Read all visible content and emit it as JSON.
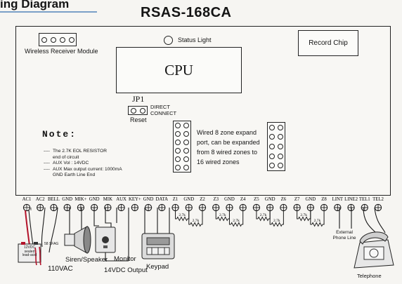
{
  "header": {
    "section_title": "ing Diagram",
    "model": "RSAS-168CA"
  },
  "board": {
    "wireless_module_label": "Wireless Receiver Module",
    "status_light_label": "Status Light",
    "record_chip_label": "Record Chip",
    "cpu_label": "CPU",
    "jp1_label": "JP1",
    "direct_connect_line1": "DIRECT",
    "direct_connect_line2": "CONNECT",
    "reset_label": "Reset",
    "expand_text": [
      "Wired 8 zone expand",
      "port, can be expanded",
      "from 8 wired zones to",
      "16 wired zones"
    ],
    "note_title": "Note:",
    "notes": [
      {
        "prefix": "----",
        "lines": [
          "The 2.7K EOL RESISTOR",
          "end of circuit"
        ]
      },
      {
        "prefix": "----",
        "lines": [
          "AUX Vol : 14VDC"
        ]
      },
      {
        "prefix": "----",
        "lines": [
          "AUX Max output current: 1000mA",
          "GND Earth Line End"
        ]
      }
    ]
  },
  "terminals": [
    "AC1",
    "AC2",
    "BELL",
    "GND",
    "MIK+",
    "GND",
    "MIK",
    "AUX",
    "KEY+",
    "GND",
    "DATA",
    "Z1",
    "GND",
    "Z2",
    "Z3",
    "GND",
    "Z4",
    "Z5",
    "GND",
    "Z6",
    "Z7",
    "GND",
    "Z8",
    "LINT",
    "LINE2",
    "TEL1",
    "TEL2"
  ],
  "resistor_label": "2.7k",
  "devices": {
    "battery_label": [
      "12VDC",
      "sealed",
      "lead-acid"
    ],
    "battery_terminals": "58 SFAG",
    "ac_label": "110VAC",
    "siren_label": "Siren/Speaker",
    "monitor_label": "Monitor",
    "output_label": "14VDC Output",
    "keypad_label": "Keypad",
    "phone_line_label": [
      "External",
      "Phone Line"
    ],
    "telephone_label": "Telephone"
  }
}
